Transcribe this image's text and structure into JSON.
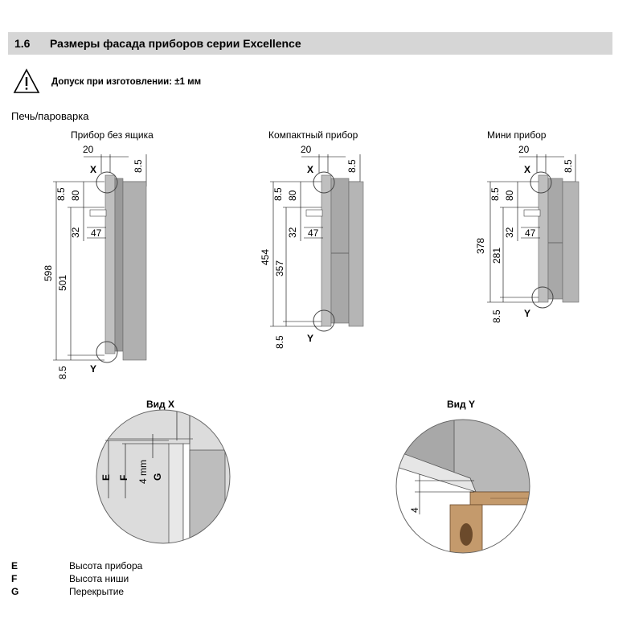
{
  "header": {
    "number": "1.6",
    "title": "Размеры фасада приборов серии Excellence"
  },
  "warning": {
    "icon": "warning-triangle-icon",
    "text": "Допуск при изготовлении: ±1 мм"
  },
  "section": "Печь/пароварка",
  "devices": [
    {
      "title": "Прибор без ящика",
      "top_offset": "20",
      "top_gap": "8.5",
      "left_gap": "8.5",
      "h80": "80",
      "h32": "32",
      "w47": "47",
      "total": "598",
      "mid": "501",
      "bottom_gap": "8.5",
      "x_label": "X",
      "y_label": "Y"
    },
    {
      "title": "Компактный прибор",
      "top_offset": "20",
      "top_gap": "8.5",
      "left_gap": "8.5",
      "h80": "80",
      "h32": "32",
      "w47": "47",
      "total": "454",
      "mid": "357",
      "bottom_gap": "8.5",
      "x_label": "X",
      "y_label": "Y"
    },
    {
      "title": "Мини прибор",
      "top_offset": "20",
      "top_gap": "8.5",
      "left_gap": "8.5",
      "h80": "80",
      "h32": "32",
      "w47": "47",
      "total": "378",
      "mid": "281",
      "bottom_gap": "8.5",
      "x_label": "X",
      "y_label": "Y"
    }
  ],
  "view_x": {
    "title": "Вид X",
    "labels": [
      "E",
      "F",
      "4 mm",
      "G"
    ]
  },
  "view_y": {
    "title": "Вид Y",
    "dim": "4"
  },
  "legend": [
    {
      "key": "E",
      "value": "Высота прибора"
    },
    {
      "key": "F",
      "value": "Высота ниши"
    },
    {
      "key": "G",
      "value": "Перекрытие"
    }
  ]
}
